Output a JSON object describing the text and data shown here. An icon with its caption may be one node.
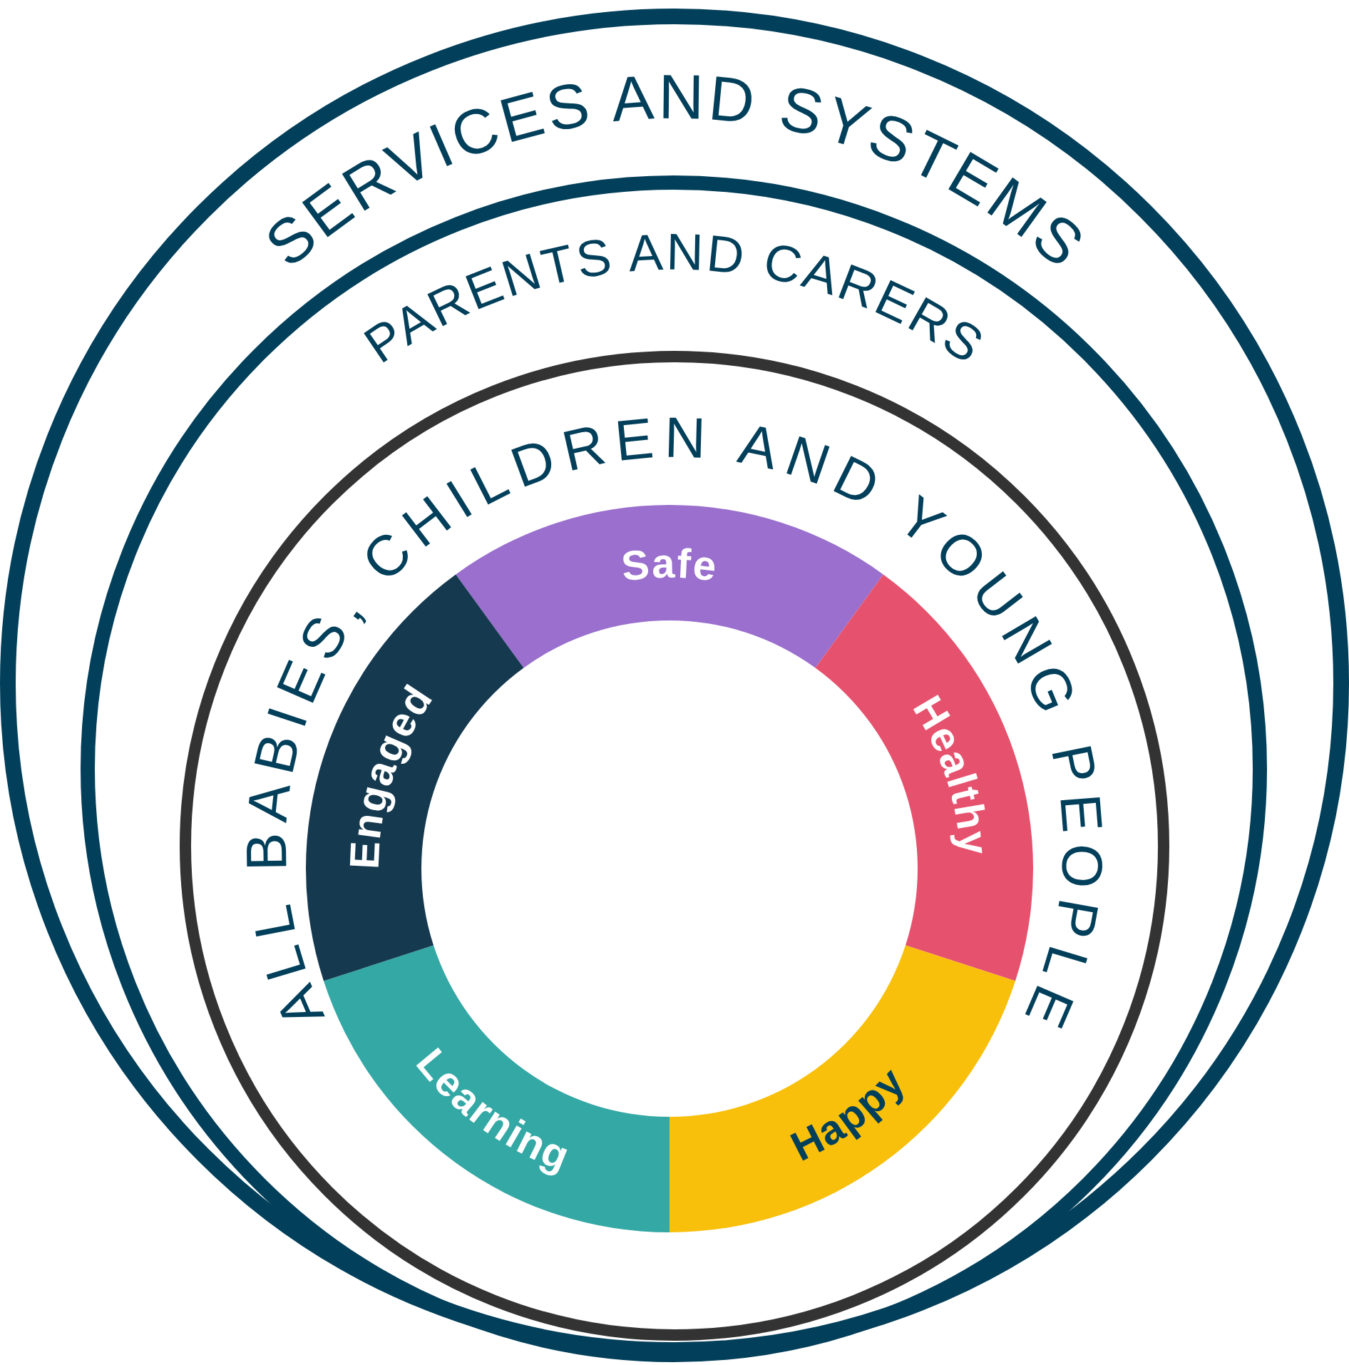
{
  "diagram": {
    "nodes": [
      {
        "text": [
          "SERVICES AND SYSTEMS"
        ]
      },
      {
        "text": [
          "PARENTS AND CARERS"
        ],
        "in": 0
      },
      {
        "text": [
          "ALL BABIES, CHILDREN AND YOUNG PEOPLE"
        ],
        "in": 1
      },
      {
        "text": [
          "Safe"
        ],
        "in": 2
      },
      {
        "text": [
          "Healthy"
        ],
        "in": 2
      },
      {
        "text": [
          "Happy"
        ],
        "in": 2
      },
      {
        "text": [
          "Learning"
        ],
        "in": 2
      },
      {
        "text": [
          "Engaged"
        ],
        "in": 2
      }
    ]
  }
}
